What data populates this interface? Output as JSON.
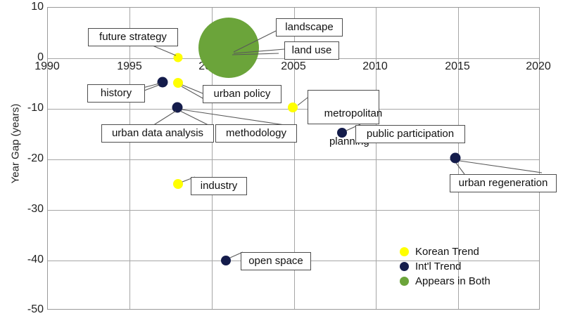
{
  "chart_data": {
    "type": "scatter",
    "title": "",
    "xlabel": "",
    "ylabel": "Year Gap (years)",
    "xlim": [
      1990,
      2020
    ],
    "ylim": [
      -50,
      10
    ],
    "xticks": [
      "1990",
      "1995",
      "2000",
      "2005",
      "2010",
      "2015",
      "2020"
    ],
    "yticks": [
      "10",
      "0",
      "-10",
      "-20",
      "-30",
      "-40",
      "-50"
    ],
    "grid": true,
    "legend_position": "inside-bottom-right",
    "legend": [
      {
        "label": "Korean Trend",
        "color": "#ffff00",
        "key": "korean"
      },
      {
        "label": "Int'l Trend",
        "color": "#141c4b",
        "key": "intl"
      },
      {
        "label": "Appears in Both",
        "color": "#6ba43a",
        "key": "both"
      }
    ],
    "points": [
      {
        "label": "future strategy",
        "x": 1998,
        "y": 0,
        "series": "korean",
        "size": 12
      },
      {
        "label": "landscape",
        "x": 2001,
        "y": 1,
        "series": "both",
        "size": 86
      },
      {
        "label": "land use",
        "x": 2001,
        "y": 1,
        "series": "both",
        "size": 86
      },
      {
        "label": "history",
        "x": 1997,
        "y": -5,
        "series": "intl",
        "size": 14
      },
      {
        "label": "urban policy",
        "x": 1998,
        "y": -5,
        "series": "korean",
        "size": 13
      },
      {
        "label": "urban data analysis",
        "x": 1998,
        "y": -10,
        "series": "intl",
        "size": 14
      },
      {
        "label": "methodology",
        "x": 1998,
        "y": -10,
        "series": "intl",
        "size": 14
      },
      {
        "label": "metropolitan\nplanning",
        "x": 2005,
        "y": -10,
        "series": "korean",
        "size": 13
      },
      {
        "label": "public participation",
        "x": 2008,
        "y": -15,
        "series": "intl",
        "size": 13
      },
      {
        "label": "urban regeneration",
        "x": 2015,
        "y": -20,
        "series": "intl",
        "size": 14
      },
      {
        "label": "industry",
        "x": 1998,
        "y": -25,
        "series": "korean",
        "size": 13
      },
      {
        "label": "open space",
        "x": 2001,
        "y": -40,
        "series": "intl",
        "size": 13
      }
    ]
  },
  "axes": {
    "y_title": "Year Gap (years)",
    "x_ticks": [
      "1990",
      "1995",
      "2000",
      "2005",
      "2010",
      "2015",
      "2020"
    ],
    "y_ticks": [
      "10",
      "0",
      "-10",
      "-20",
      "-30",
      "-40",
      "-50"
    ]
  },
  "callouts": {
    "future_strategy": "future strategy",
    "landscape": "landscape",
    "land_use": "land use",
    "history": "history",
    "urban_policy": "urban policy",
    "urban_data_analysis": "urban data analysis",
    "methodology": "methodology",
    "metropolitan_planning_l1": "metropolitan",
    "metropolitan_planning_l2": "planning",
    "public_participation": "public participation",
    "urban_regeneration": "urban regeneration",
    "industry": "industry",
    "open_space": "open space"
  },
  "legend": {
    "korean": "Korean Trend",
    "intl": "Int'l Trend",
    "both": "Appears in Both"
  },
  "colors": {
    "korean": "#ffff00",
    "intl": "#141c4b",
    "both": "#6ba43a",
    "grid": "#a6a6a6",
    "frame": "#9a9a9a",
    "leader": "#595959",
    "callout_border": "#4d4d4d"
  }
}
